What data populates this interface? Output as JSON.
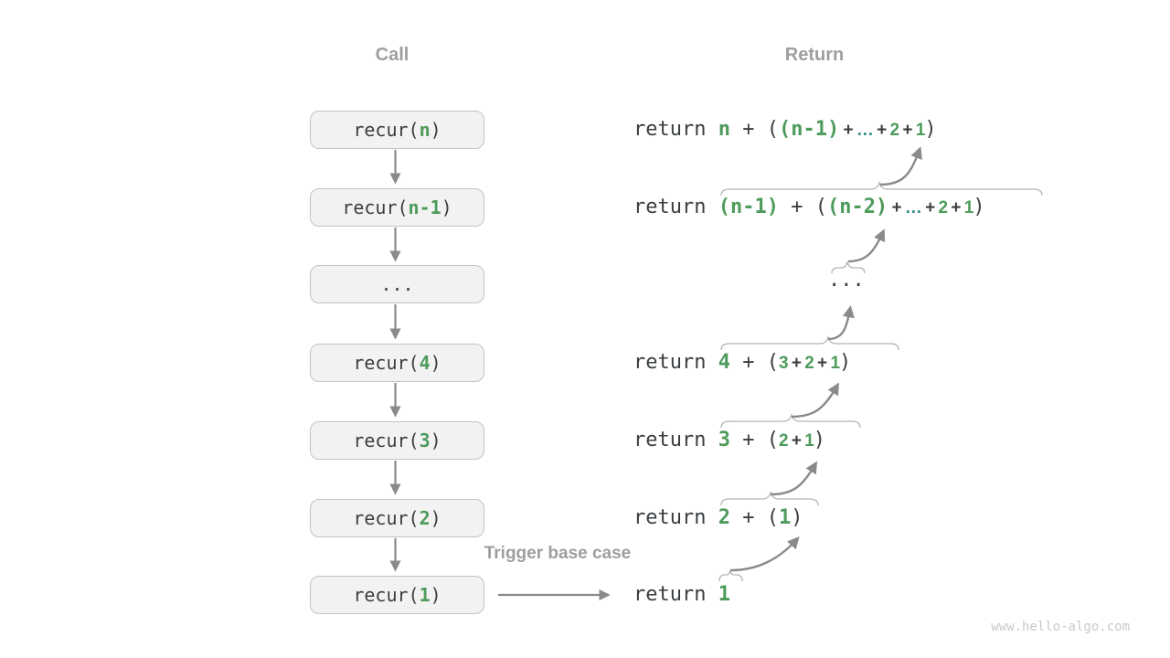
{
  "columns": {
    "call_header": "Call",
    "return_header": "Return"
  },
  "trigger": {
    "label": "Trigger base case"
  },
  "watermark": "www.hello-algo.com",
  "call_stack": [
    {
      "label_segments": [
        {
          "t": "recur(",
          "c": "code"
        },
        {
          "t": "n",
          "c": "green"
        },
        {
          "t": ")",
          "c": "code"
        }
      ]
    },
    {
      "label_segments": [
        {
          "t": "recur(",
          "c": "code"
        },
        {
          "t": "n-1",
          "c": "green"
        },
        {
          "t": ")",
          "c": "code"
        }
      ]
    },
    {
      "label_segments": [
        {
          "t": "...",
          "c": "code"
        }
      ]
    },
    {
      "label_segments": [
        {
          "t": "recur(",
          "c": "code"
        },
        {
          "t": "4",
          "c": "green"
        },
        {
          "t": ")",
          "c": "code"
        }
      ]
    },
    {
      "label_segments": [
        {
          "t": "recur(",
          "c": "code"
        },
        {
          "t": "3",
          "c": "green"
        },
        {
          "t": ")",
          "c": "code"
        }
      ]
    },
    {
      "label_segments": [
        {
          "t": "recur(",
          "c": "code"
        },
        {
          "t": "2",
          "c": "green"
        },
        {
          "t": ")",
          "c": "code"
        }
      ]
    },
    {
      "label_segments": [
        {
          "t": "recur(",
          "c": "code"
        },
        {
          "t": "1",
          "c": "green"
        },
        {
          "t": ")",
          "c": "code"
        }
      ]
    }
  ],
  "return_column": [
    {
      "segments": [
        {
          "t": "return ",
          "c": "code"
        },
        {
          "t": "n",
          "c": "green"
        },
        {
          "t": " + ",
          "c": "code"
        },
        {
          "t": "(",
          "c": "code"
        },
        {
          "t": "(n-1)",
          "c": "green"
        },
        {
          "t": " + ",
          "c": "code sm"
        },
        {
          "t": "…",
          "c": "teal sm"
        },
        {
          "t": " + ",
          "c": "code sm"
        },
        {
          "t": "2",
          "c": "green sm"
        },
        {
          "t": " + ",
          "c": "code sm"
        },
        {
          "t": "1",
          "c": "green sm"
        },
        {
          "t": ")",
          "c": "code"
        }
      ]
    },
    {
      "segments": [
        {
          "t": "return ",
          "c": "code"
        },
        {
          "t": "(n-1)",
          "c": "green"
        },
        {
          "t": " + ",
          "c": "code"
        },
        {
          "t": "(",
          "c": "code"
        },
        {
          "t": "(n-2)",
          "c": "green"
        },
        {
          "t": " + ",
          "c": "code sm"
        },
        {
          "t": "…",
          "c": "teal sm"
        },
        {
          "t": " + ",
          "c": "code sm"
        },
        {
          "t": "2",
          "c": "green sm"
        },
        {
          "t": " + ",
          "c": "code sm"
        },
        {
          "t": "1",
          "c": "green sm"
        },
        {
          "t": ")",
          "c": "code"
        }
      ]
    },
    {
      "segments": [
        {
          "t": "...",
          "c": "code"
        }
      ]
    },
    {
      "segments": [
        {
          "t": "return ",
          "c": "code"
        },
        {
          "t": "4",
          "c": "green"
        },
        {
          "t": " + ",
          "c": "code"
        },
        {
          "t": "(",
          "c": "code"
        },
        {
          "t": "3",
          "c": "green sm"
        },
        {
          "t": " + ",
          "c": "code sm"
        },
        {
          "t": "2",
          "c": "green sm"
        },
        {
          "t": " + ",
          "c": "code sm"
        },
        {
          "t": "1",
          "c": "green sm"
        },
        {
          "t": ")",
          "c": "code"
        }
      ]
    },
    {
      "segments": [
        {
          "t": "return ",
          "c": "code"
        },
        {
          "t": "3",
          "c": "green"
        },
        {
          "t": " + ",
          "c": "code"
        },
        {
          "t": "(",
          "c": "code"
        },
        {
          "t": "2",
          "c": "green sm"
        },
        {
          "t": " + ",
          "c": "code sm"
        },
        {
          "t": "1",
          "c": "green sm"
        },
        {
          "t": ")",
          "c": "code"
        }
      ]
    },
    {
      "segments": [
        {
          "t": "return ",
          "c": "code"
        },
        {
          "t": "2",
          "c": "green"
        },
        {
          "t": " + ",
          "c": "code"
        },
        {
          "t": "(",
          "c": "code"
        },
        {
          "t": "1",
          "c": "green"
        },
        {
          "t": ")",
          "c": "code"
        }
      ]
    },
    {
      "segments": [
        {
          "t": "return ",
          "c": "code"
        },
        {
          "t": "1",
          "c": "green"
        }
      ]
    }
  ],
  "colors": {
    "code_text": "#3a3e41",
    "green_accent": "#4e9b5c",
    "teal_accent": "#2f8f85",
    "heading_gray": "#9e9e9e",
    "box_fill": "#f2f2f2",
    "box_border": "#c3c3c3",
    "arrow_gray": "#8a8a8a",
    "brace_gray": "#b3b3b3",
    "watermark_gray": "#c9c9c9"
  }
}
